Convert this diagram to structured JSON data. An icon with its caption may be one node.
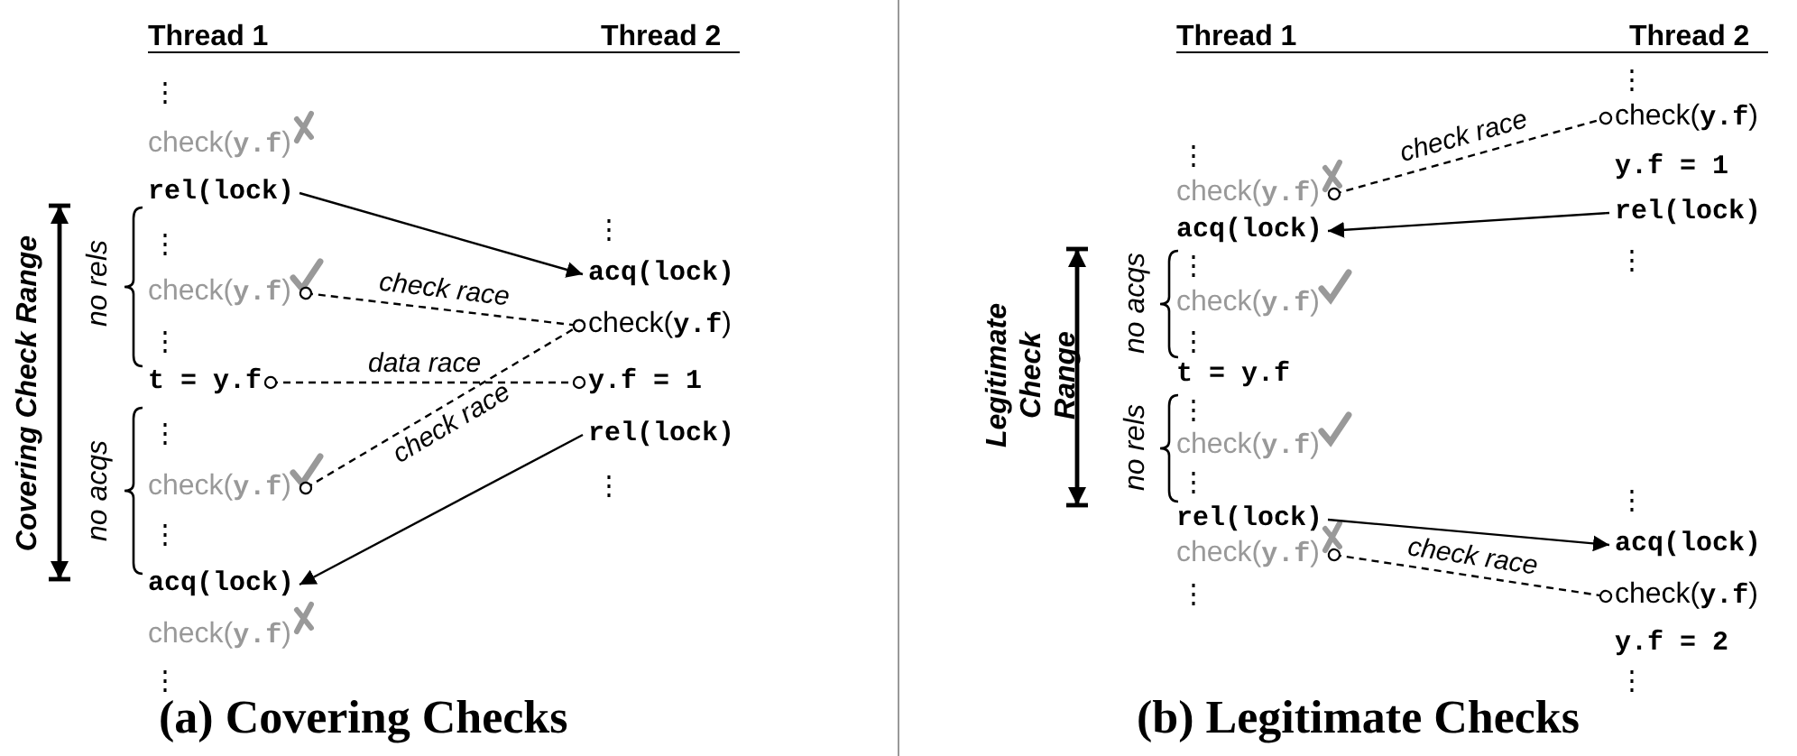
{
  "diagram": {
    "nodes": [
      {
        "text": [
          "check(**y.f**)"
        ]
      },
      {
        "text": [
          "rel(lock)"
        ]
      },
      {
        "text": [
          "check(**y.f**)"
        ]
      },
      {
        "text": [
          "t = y.f"
        ]
      },
      {
        "text": [
          "check(**y.f**)"
        ]
      },
      {
        "text": [
          "acq(lock)"
        ]
      },
      {
        "text": [
          "check(**y.f**)"
        ]
      },
      {
        "text": [
          "acq(lock)"
        ]
      },
      {
        "text": [
          "check(**y.f**)"
        ]
      },
      {
        "text": [
          "y.f = 1"
        ]
      },
      {
        "text": [
          "rel(lock)"
        ]
      },
      {
        "text": [
          "check(**y.f**)"
        ]
      },
      {
        "text": [
          "y.f = 1"
        ]
      },
      {
        "text": [
          "rel(lock)"
        ]
      },
      {
        "text": [
          "check(**y.f**)"
        ]
      },
      {
        "text": [
          "acq(lock)"
        ]
      },
      {
        "text": [
          "check(**y.f**)"
        ]
      },
      {
        "text": [
          "t = y.f"
        ]
      },
      {
        "text": [
          "check(**y.f**)"
        ]
      },
      {
        "text": [
          "rel(lock)"
        ]
      },
      {
        "text": [
          "check(**y.f**)"
        ]
      },
      {
        "text": [
          "acq(lock)"
        ]
      },
      {
        "text": [
          "check(**y.f**)"
        ]
      },
      {
        "text": [
          "y.f = 2"
        ]
      }
    ],
    "edges": [
      {
        "from": 1,
        "to": 7,
        "arrow": "to"
      },
      {
        "from": 2,
        "to": 8,
        "arrow": "other",
        "label": "check race",
        "style": "dashed"
      },
      {
        "from": 3,
        "to": 9,
        "arrow": "other",
        "label": "data race",
        "style": "dashed"
      },
      {
        "from": 4,
        "to": 8,
        "arrow": "other",
        "label": "check race",
        "style": "dashed"
      },
      {
        "from": 10,
        "to": 5,
        "arrow": "to"
      },
      {
        "from": 14,
        "to": 11,
        "arrow": "other",
        "label": "check race",
        "style": "dashed"
      },
      {
        "from": 13,
        "to": 15,
        "arrow": "to"
      },
      {
        "from": 19,
        "to": 21,
        "arrow": "to"
      },
      {
        "from": 20,
        "to": 22,
        "arrow": "other",
        "label": "check race",
        "style": "dashed"
      }
    ],
    "labels": [
      "Thread 1",
      "Thread 2",
      "⋮",
      "Covering Check Range",
      "no rels",
      "⋮",
      "⋮",
      "⋮",
      "no acqs",
      "⋮",
      "⋮",
      "⋮",
      "⋮",
      "(a) Covering Checks",
      "Thread 1",
      "Thread 2",
      "⋮",
      "⋮",
      "⋮",
      "Legitimate Check Range",
      "no acqs",
      "⋮",
      "⋮",
      "no rels",
      "⋮",
      "⋮",
      "⋮",
      "⋮",
      "⋮",
      "(b) Legitimate Checks"
    ]
  }
}
